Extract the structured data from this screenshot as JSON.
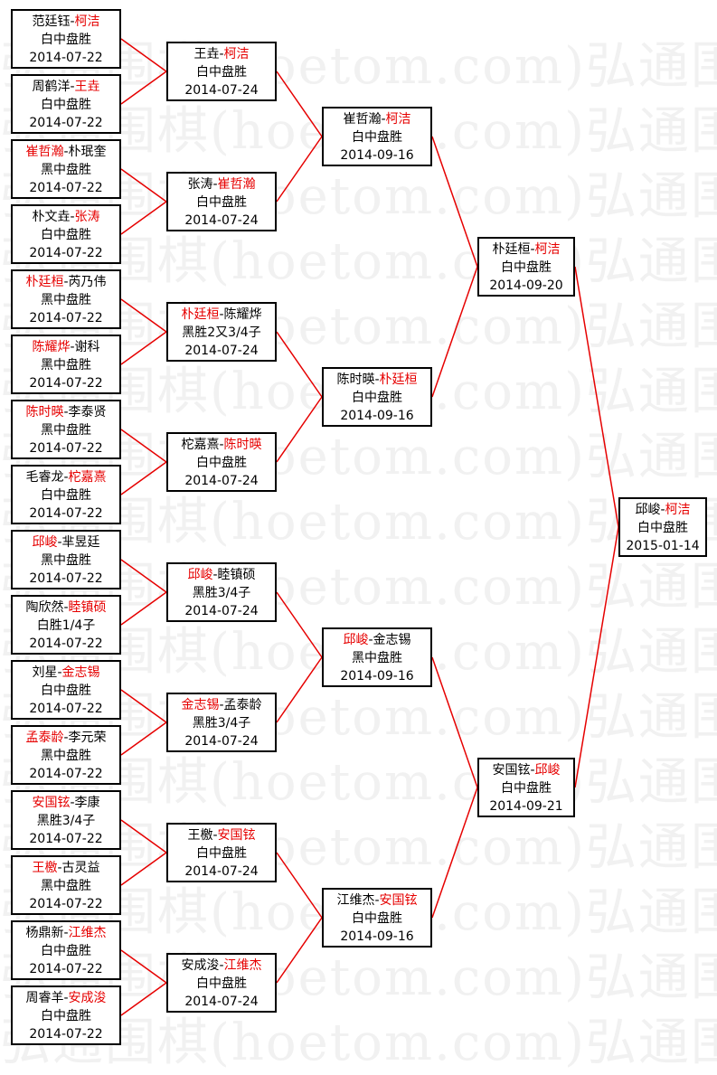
{
  "watermark_text": "弘通围棋(hoetom.com)弘通围棋(hoetom.com)弘通",
  "colors": {
    "winner": "#e60000",
    "line": "#e60000",
    "border": "#000000"
  },
  "rounds": [
    {
      "name": "r1",
      "matches": [
        {
          "a": "范廷钰",
          "b": "柯洁",
          "w": "b",
          "result": "白中盘胜",
          "date": "2014-07-22"
        },
        {
          "a": "周鹤洋",
          "b": "王垚",
          "w": "b",
          "result": "白中盘胜",
          "date": "2014-07-22"
        },
        {
          "a": "崔哲瀚",
          "b": "朴珉奎",
          "w": "a",
          "result": "黑中盘胜",
          "date": "2014-07-22"
        },
        {
          "a": "朴文垚",
          "b": "张涛",
          "w": "b",
          "result": "白中盘胜",
          "date": "2014-07-22"
        },
        {
          "a": "朴廷桓",
          "b": "芮乃伟",
          "w": "a",
          "result": "黑中盘胜",
          "date": "2014-07-22"
        },
        {
          "a": "陈耀烨",
          "b": "谢科",
          "w": "a",
          "result": "黑中盘胜",
          "date": "2014-07-22"
        },
        {
          "a": "陈时暎",
          "b": "李泰贤",
          "w": "a",
          "result": "黑中盘胜",
          "date": "2014-07-22"
        },
        {
          "a": "毛睿龙",
          "b": "柁嘉熹",
          "w": "b",
          "result": "白中盘胜",
          "date": "2014-07-22"
        },
        {
          "a": "邱峻",
          "b": "芈昱廷",
          "w": "a",
          "result": "黑中盘胜",
          "date": "2014-07-22"
        },
        {
          "a": "陶欣然",
          "b": "睦镇硕",
          "w": "b",
          "result": "白胜1/4子",
          "date": "2014-07-22"
        },
        {
          "a": "刘星",
          "b": "金志锡",
          "w": "b",
          "result": "白中盘胜",
          "date": "2014-07-22"
        },
        {
          "a": "孟泰龄",
          "b": "李元荣",
          "w": "a",
          "result": "黑中盘胜",
          "date": "2014-07-22"
        },
        {
          "a": "安国铉",
          "b": "李康",
          "w": "a",
          "result": "黑胜3/4子",
          "date": "2014-07-22"
        },
        {
          "a": "王檄",
          "b": "古灵益",
          "w": "a",
          "result": "黑中盘胜",
          "date": "2014-07-22"
        },
        {
          "a": "杨鼎新",
          "b": "江维杰",
          "w": "b",
          "result": "白中盘胜",
          "date": "2014-07-22"
        },
        {
          "a": "周睿羊",
          "b": "安成浚",
          "w": "b",
          "result": "白中盘胜",
          "date": "2014-07-22"
        }
      ]
    },
    {
      "name": "r2",
      "matches": [
        {
          "a": "王垚",
          "b": "柯洁",
          "w": "b",
          "result": "白中盘胜",
          "date": "2014-07-24"
        },
        {
          "a": "张涛",
          "b": "崔哲瀚",
          "w": "b",
          "result": "白中盘胜",
          "date": "2014-07-24"
        },
        {
          "a": "朴廷桓",
          "b": "陈耀烨",
          "w": "a",
          "result": "黑胜2又3/4子",
          "date": "2014-07-24"
        },
        {
          "a": "柁嘉熹",
          "b": "陈时暎",
          "w": "b",
          "result": "白中盘胜",
          "date": "2014-07-24"
        },
        {
          "a": "邱峻",
          "b": "睦镇硕",
          "w": "a",
          "result": "黑胜3/4子",
          "date": "2014-07-24"
        },
        {
          "a": "金志锡",
          "b": "孟泰龄",
          "w": "a",
          "result": "黑胜3/4子",
          "date": "2014-07-24"
        },
        {
          "a": "王檄",
          "b": "安国铉",
          "w": "b",
          "result": "白中盘胜",
          "date": "2014-07-24"
        },
        {
          "a": "安成浚",
          "b": "江维杰",
          "w": "b",
          "result": "白中盘胜",
          "date": "2014-07-24"
        }
      ]
    },
    {
      "name": "r3",
      "matches": [
        {
          "a": "崔哲瀚",
          "b": "柯洁",
          "w": "b",
          "result": "白中盘胜",
          "date": "2014-09-16"
        },
        {
          "a": "陈时暎",
          "b": "朴廷桓",
          "w": "b",
          "result": "白中盘胜",
          "date": "2014-09-16"
        },
        {
          "a": "邱峻",
          "b": "金志锡",
          "w": "a",
          "result": "黑中盘胜",
          "date": "2014-09-16"
        },
        {
          "a": "江维杰",
          "b": "安国铉",
          "w": "b",
          "result": "白中盘胜",
          "date": "2014-09-16"
        }
      ]
    },
    {
      "name": "r4",
      "matches": [
        {
          "a": "朴廷桓",
          "b": "柯洁",
          "w": "b",
          "result": "白中盘胜",
          "date": "2014-09-20"
        },
        {
          "a": "安国铉",
          "b": "邱峻",
          "w": "b",
          "result": "白中盘胜",
          "date": "2014-09-21"
        }
      ]
    },
    {
      "name": "final",
      "matches": [
        {
          "a": "邱峻",
          "b": "柯洁",
          "w": "b",
          "result": "白中盘胜",
          "date": "2015-01-14"
        }
      ]
    }
  ]
}
